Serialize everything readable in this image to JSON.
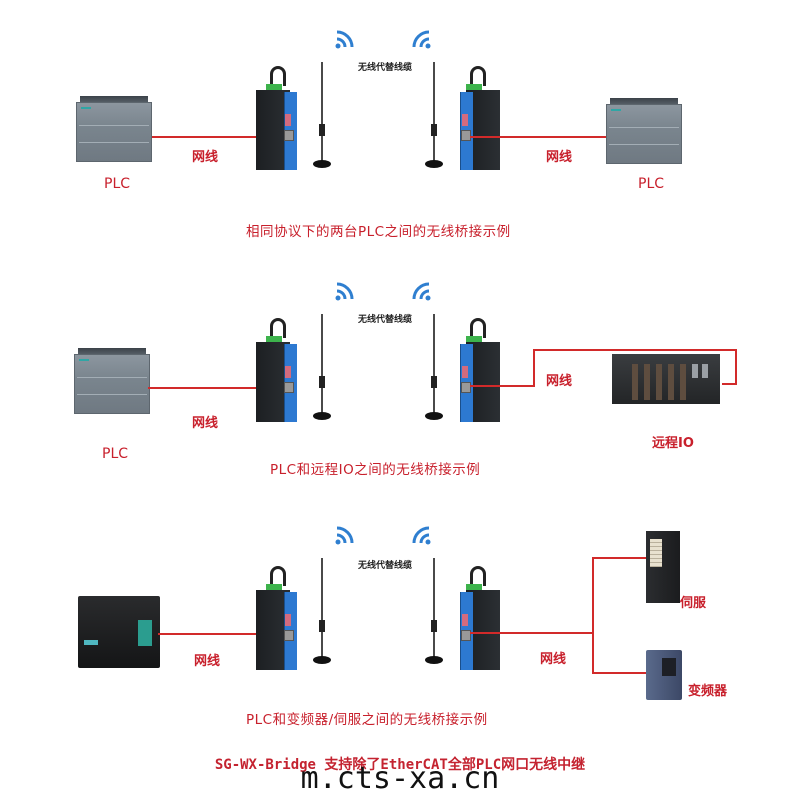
{
  "wireless_text": "无线代替线缆",
  "cable_label": "网线",
  "sections": [
    {
      "left_device": "PLC",
      "right_device": "PLC",
      "caption": "相同协议下的两台PLC之间的无线桥接示例"
    },
    {
      "left_device": "PLC",
      "right_device": "远程IO",
      "caption": "PLC和远程IO之间的无线桥接示例"
    },
    {
      "left_device": "",
      "right_devices": [
        "伺服",
        "变频器"
      ],
      "caption": "PLC和变频器/伺服之间的无线桥接示例"
    }
  ],
  "footer": {
    "title": "SG-WX-Bridge 支持除了EtherCAT全部PLC网口无线中继",
    "watermark": "m.cts-xa.cn"
  },
  "colors": {
    "wire": "#d22a2a",
    "label": "#c8202c",
    "wifi": "#2f7fd0",
    "bridge_side": "#2d79d1"
  }
}
